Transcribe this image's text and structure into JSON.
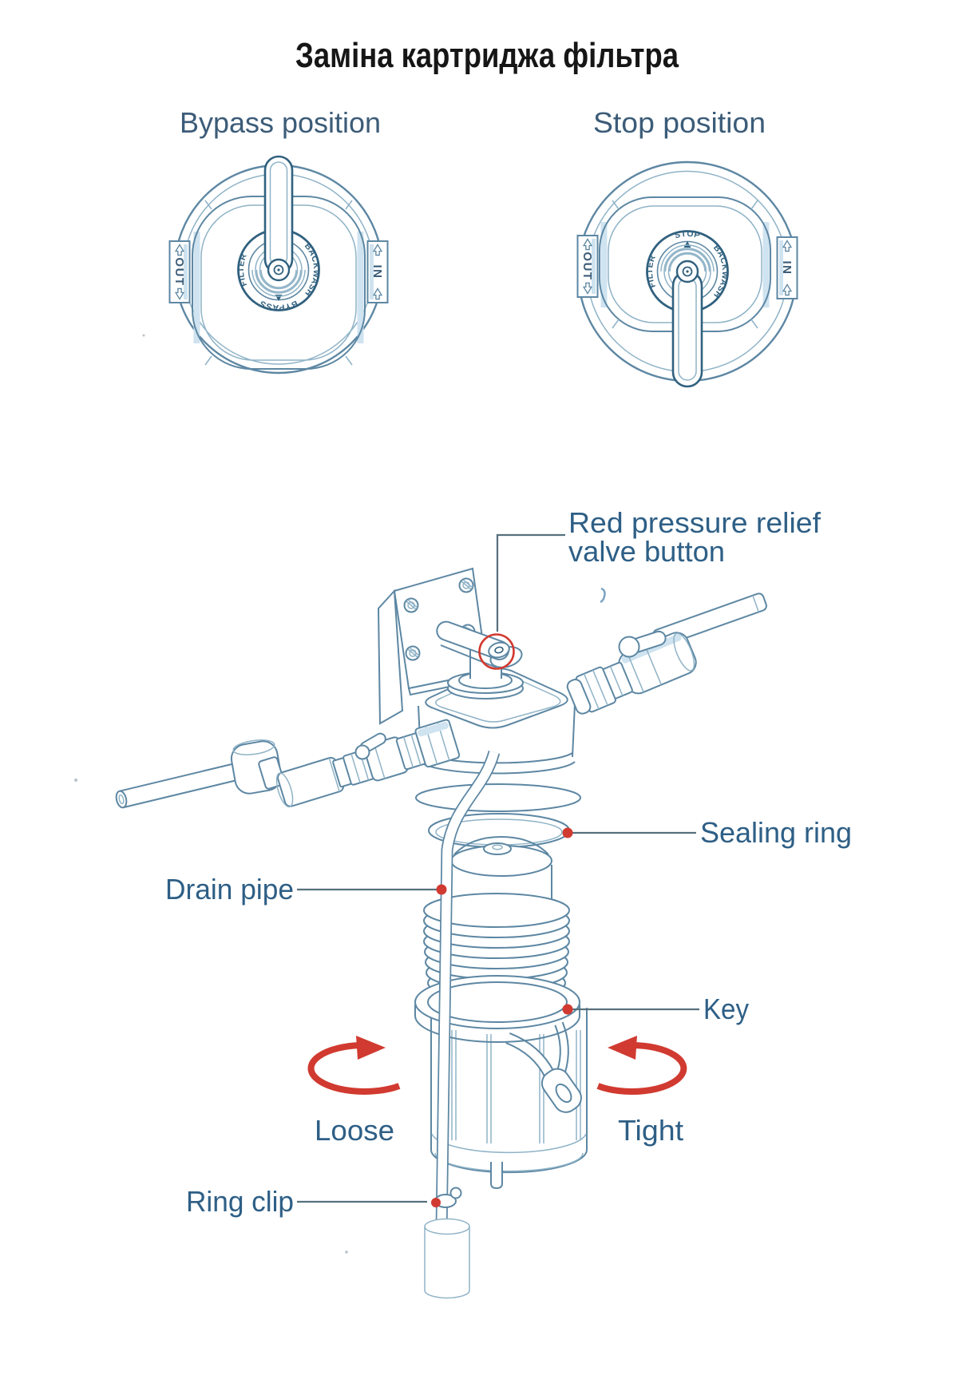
{
  "title": "Заміна картриджа фільтра",
  "dials": {
    "bypass": {
      "caption": "Bypass position",
      "port_left": "OUT",
      "port_right": "IN",
      "hub": {
        "left": "FILTER",
        "right": "BACKWASH",
        "bottom": "BYPASS"
      }
    },
    "stop": {
      "caption": "Stop position",
      "port_left": "OUT",
      "port_right": "IN",
      "hub": {
        "left": "FILTER",
        "right": "BACKWASH",
        "top": "STOP"
      }
    }
  },
  "labels": {
    "relief_line1": "Red pressure relief",
    "relief_line2": "valve button",
    "sealing_ring": "Sealing ring",
    "drain_pipe": "Drain pipe",
    "key": "Key",
    "loose": "Loose",
    "tight": "Tight",
    "ring_clip": "Ring clip"
  },
  "colors": {
    "line": "#5d87a3",
    "line-light": "#8fb3c7",
    "line-dark": "#31617f",
    "shade": "#cfe3f0",
    "label": "#2e5f86",
    "caption": "#3c5c78",
    "leader": "#56707e",
    "red": "#d13a30",
    "title": "#161616",
    "bg": "#ffffff"
  }
}
